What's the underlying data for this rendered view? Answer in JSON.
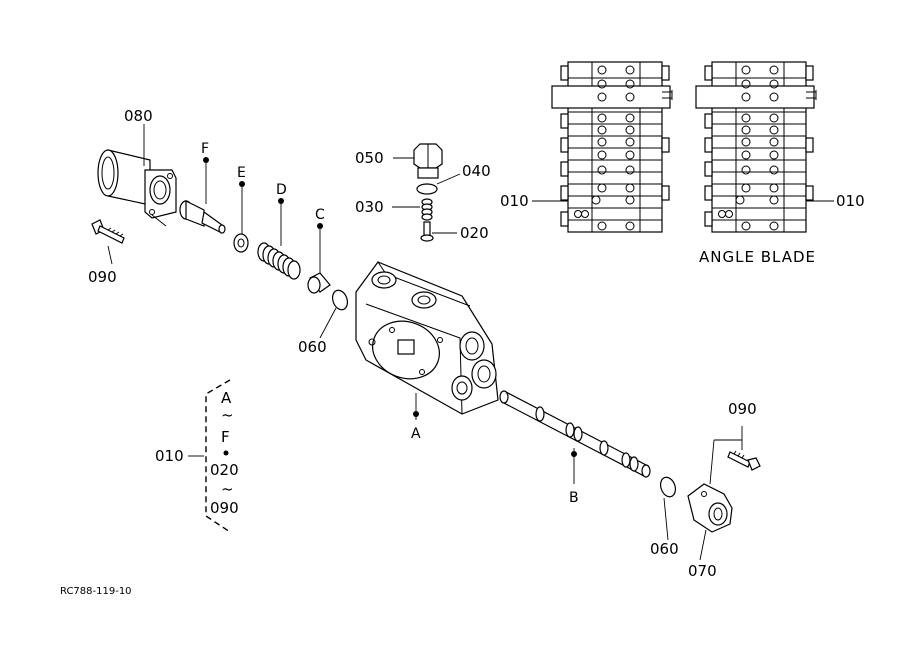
{
  "labels": {
    "p080": "080",
    "p090_left": "090",
    "p050": "050",
    "p040": "040",
    "p030": "030",
    "p020": "020",
    "p010_top_left": "010",
    "p010_top_right": "010",
    "p060_left": "060",
    "p010_bracket": "010",
    "p090_right": "090",
    "p060_right": "060",
    "p070": "070"
  },
  "letters": {
    "F": "F",
    "E": "E",
    "D": "D",
    "C": "C",
    "A": "A",
    "B": "B"
  },
  "bracket": {
    "line1": "A",
    "line2": "~",
    "line3": "F",
    "line4": "020",
    "line5": "~",
    "line6": "090"
  },
  "caption": "ANGLE BLADE",
  "drawing_code": "RC788-119-10"
}
